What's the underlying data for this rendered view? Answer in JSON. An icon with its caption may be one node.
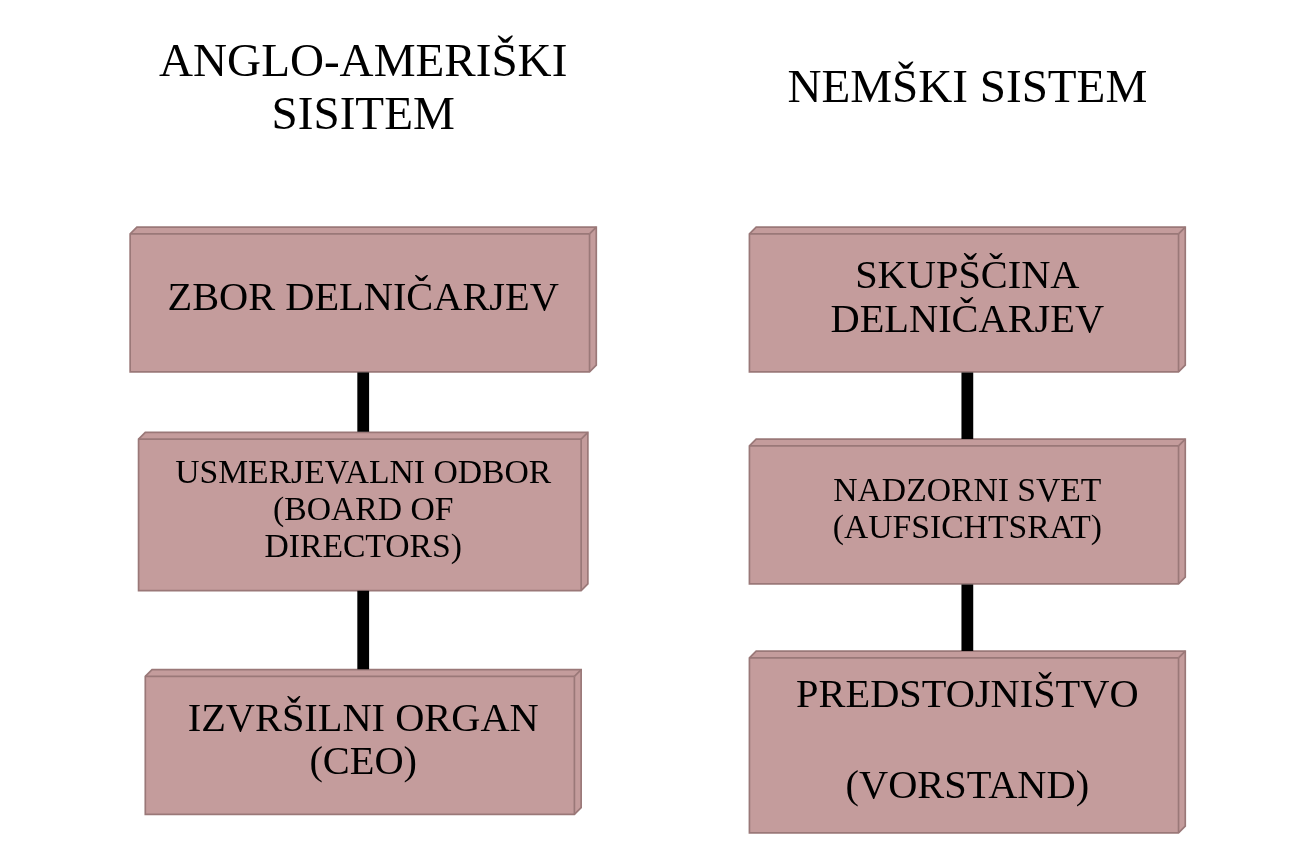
{
  "diagram": {
    "nodes": [
      {
        "text": [
          "ZBOR DELNIČARJEV"
        ]
      },
      {
        "text": [
          "USMERJEVALNI ODBOR (BOARD OF DIRECTORS)"
        ]
      },
      {
        "text": [
          "IZVRŠILNI ORGAN (CEO)"
        ]
      },
      {
        "text": [
          "SKUPŠČINA DELNIČARJEV"
        ]
      },
      {
        "text": [
          "NADZORNI SVET (AUFSICHTSRAT)"
        ]
      },
      {
        "text": [
          "PREDSTOJNIŠTVO",
          "(VORSTAND)"
        ]
      }
    ],
    "edges": [
      {
        "from": 0,
        "to": 1,
        "arrow": "none"
      },
      {
        "from": 1,
        "to": 2,
        "arrow": "none"
      },
      {
        "from": 3,
        "to": 4,
        "arrow": "none"
      },
      {
        "from": 4,
        "to": 5,
        "arrow": "none"
      }
    ],
    "labels": [
      "ANGLO-AMERIŠKI SISITEM",
      "NEMŠKI SISTEM"
    ]
  }
}
